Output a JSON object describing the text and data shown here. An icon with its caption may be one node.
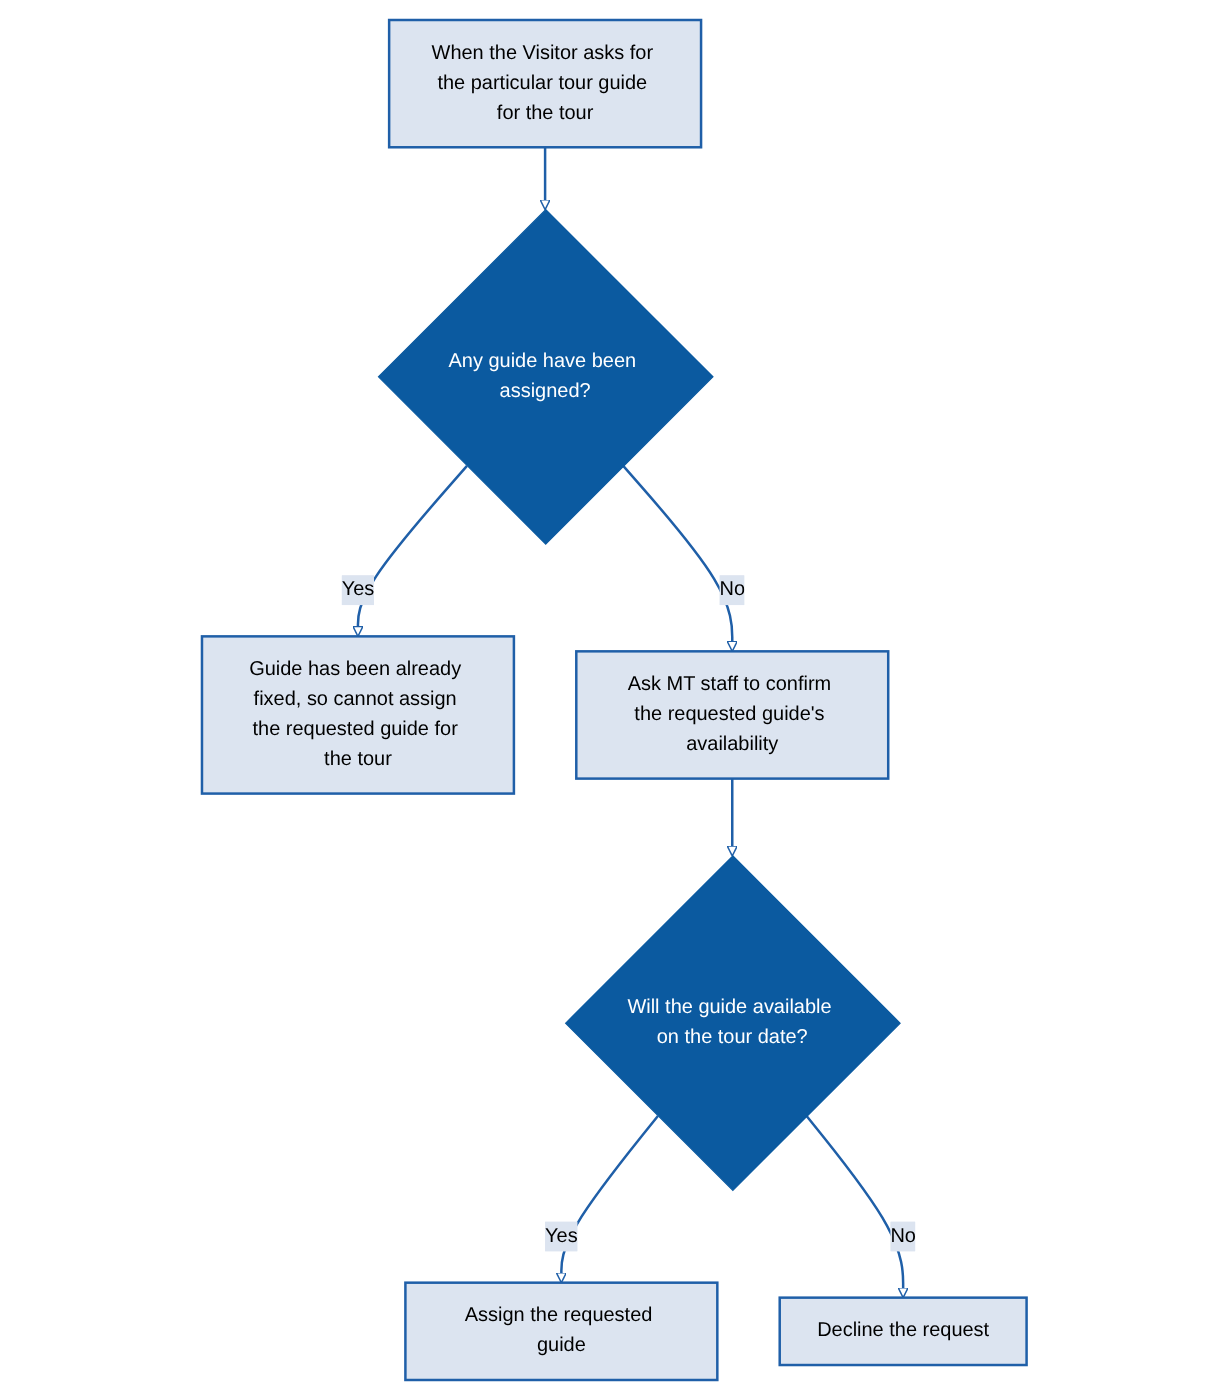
{
  "diagram": {
    "nodes": [
      {
        "text": [
          "When the Visitor asks for the particular tour guide for the tour"
        ]
      },
      {
        "text": [
          "Any guide have been assigned?"
        ]
      },
      {
        "text": [
          "Guide has been already fixed, so cannot assign the requested guide for the tour"
        ]
      },
      {
        "text": [
          "Ask MT staff to confirm the requested guide's availability"
        ]
      },
      {
        "text": [
          "Will the guide available on the tour date?"
        ]
      },
      {
        "text": [
          "Assign the requested guide"
        ]
      },
      {
        "text": [
          "Decline the request"
        ]
      }
    ],
    "edges": [
      {
        "from": 0,
        "to": 1,
        "arrow": "to"
      },
      {
        "from": 1,
        "to": 2,
        "arrow": "to",
        "label": "Yes"
      },
      {
        "from": 1,
        "to": 3,
        "arrow": "to",
        "label": "No"
      },
      {
        "from": 3,
        "to": 4,
        "arrow": "to"
      },
      {
        "from": 4,
        "to": 5,
        "arrow": "to",
        "label": "Yes"
      },
      {
        "from": 4,
        "to": 6,
        "arrow": "to",
        "label": "No"
      }
    ]
  }
}
